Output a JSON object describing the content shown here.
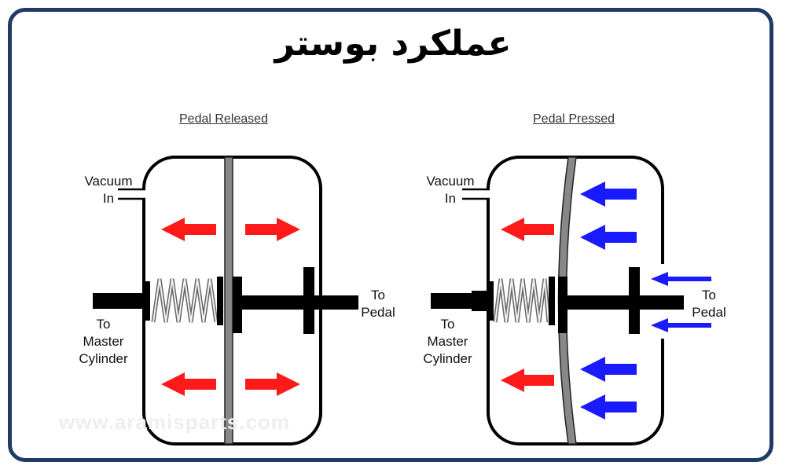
{
  "title": "عملکرد بوستر",
  "watermark": "www.aramisparts.com",
  "colors": {
    "frame": "#1f3a66",
    "red_arrow": "#ff1a1a",
    "blue_arrow": "#1a1aff",
    "diaphragm": "#888888",
    "housing": "#000000"
  },
  "left_diagram": {
    "caption": "Pedal Released",
    "vacuum_label": [
      "Vacuum",
      "In"
    ],
    "master_label": [
      "To",
      "Master",
      "Cylinder"
    ],
    "pedal_label": [
      "To",
      "Pedal"
    ]
  },
  "right_diagram": {
    "caption": "Pedal Pressed",
    "vacuum_label": [
      "Vacuum",
      "In"
    ],
    "master_label": [
      "To",
      "Master",
      "Cylinder"
    ],
    "pedal_label": [
      "To",
      "Pedal"
    ]
  }
}
